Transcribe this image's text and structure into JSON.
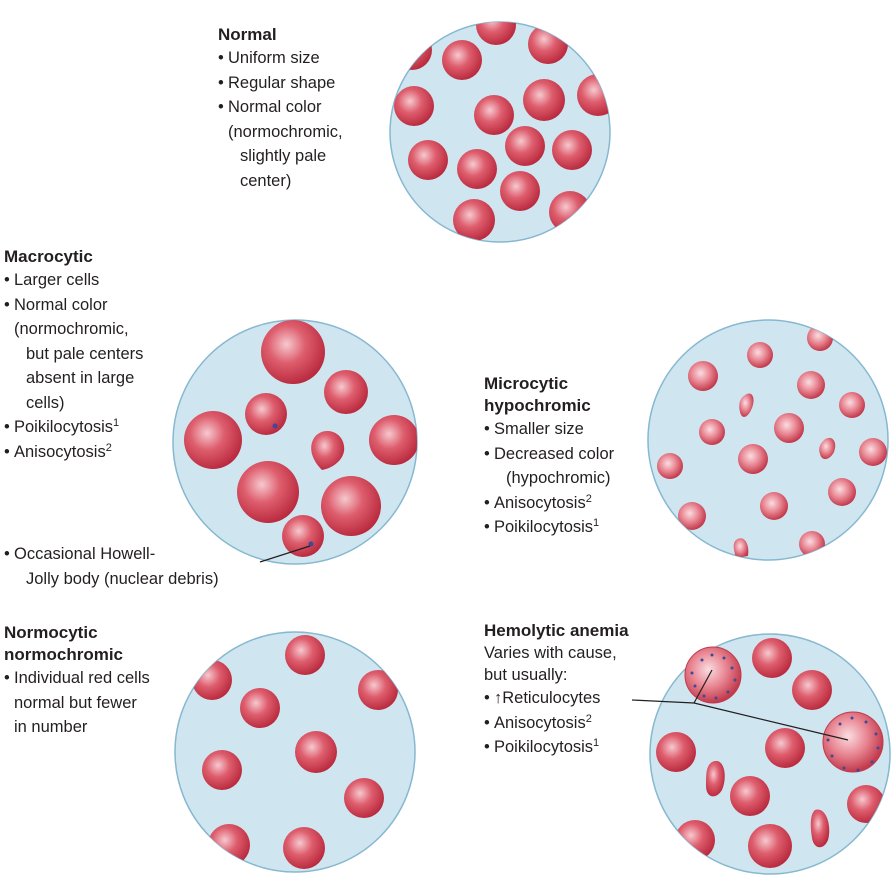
{
  "normal": {
    "title": "Normal",
    "items": [
      "Uniform size",
      "Regular shape",
      "Normal color"
    ],
    "continuation": [
      "(normochromic,",
      "slightly pale",
      "center)"
    ]
  },
  "macrocytic": {
    "title": "Macrocytic",
    "items": [
      "Larger cells",
      "Normal color"
    ],
    "continuation": [
      "(normochromic,",
      "but pale centers",
      "absent in large",
      "cells)"
    ],
    "poikilocytosis": "Poikilocytosis",
    "poikilocytosis_sup": "1",
    "anisocytosis": "Anisocytosis",
    "anisocytosis_sup": "2",
    "howell_line1": "Occasional Howell-",
    "howell_line2": "Jolly body (nuclear debris)"
  },
  "microcytic": {
    "title_line1": "Microcytic",
    "title_line2": "hypochromic",
    "items": [
      "Smaller size",
      "Decreased color"
    ],
    "continuation": [
      "(hypochromic)"
    ],
    "anisocytosis": "Anisocytosis",
    "anisocytosis_sup": "2",
    "poikilocytosis": "Poikilocytosis",
    "poikilocytosis_sup": "1"
  },
  "normocytic": {
    "title_line1": "Normocytic",
    "title_line2": "normochromic",
    "item": "Individual red cells",
    "continuation": [
      "normal but fewer",
      "in number"
    ]
  },
  "hemolytic": {
    "title": "Hemolytic anemia",
    "desc_line1": "Varies with cause,",
    "desc_line2": "but usually:",
    "reticulocytes": "↑Reticulocytes",
    "anisocytosis": "Anisocytosis",
    "anisocytosis_sup": "2",
    "poikilocytosis": "Poikilocytosis",
    "poikilocytosis_sup": "1"
  },
  "colors": {
    "circle_fill": "#cfe6f1",
    "circle_stroke": "#86b8d0",
    "cell_dark": "#b8283c",
    "cell_mid": "#de5e6e",
    "cell_light": "#f6c9cf",
    "dot": "#3b4b9a",
    "leader": "#231f20"
  }
}
